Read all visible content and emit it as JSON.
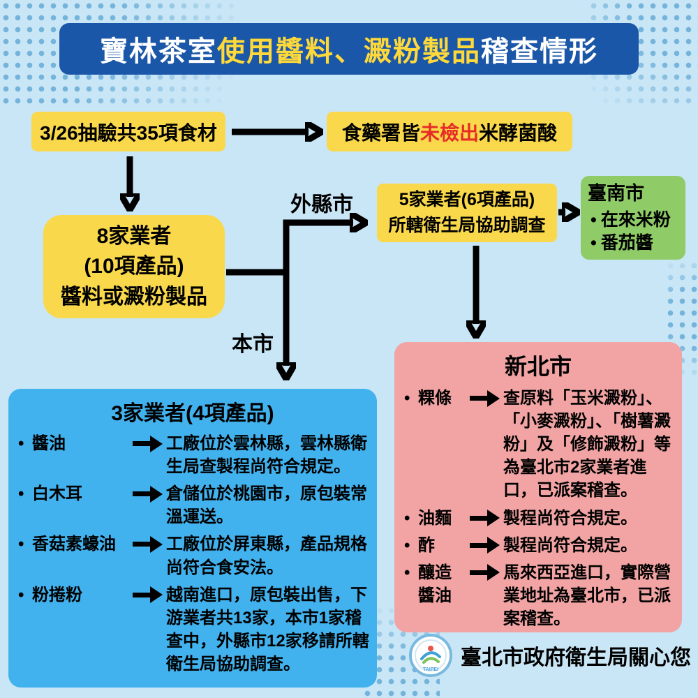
{
  "colors": {
    "background": "#c9e6f6",
    "dots": "#74b3da",
    "title_bg": "#1b57a8",
    "title_text": "#ffffff",
    "title_highlight": "#ffd83a",
    "yellow_box": "#f9d84b",
    "red_text": "#e62b26",
    "green_box": "#8fcb67",
    "pink_box": "#f1a4a3",
    "blue_box": "#41b2ee",
    "text": "#000000"
  },
  "title": {
    "part1": "寶林茶室",
    "part2": "使用醬料、澱粉製品",
    "part3": "稽查情形"
  },
  "flow": {
    "sample_box": "3/26抽驗共35項食材",
    "tfda_box": {
      "pre": "食藥署皆",
      "highlight": "未檢出",
      "post": "米酵菌酸"
    },
    "vendors8": {
      "line1": "8家業者",
      "line2": "(10項產品)",
      "line3": "醬料或澱粉製品"
    },
    "label_outer": "外縣市",
    "label_local": "本市",
    "vendors5": {
      "line1": "5家業者(6項產品)",
      "line2": "所轄衛生局協助調查"
    }
  },
  "tainan": {
    "title": "臺南市",
    "bullet": "•",
    "items": [
      "在來米粉",
      "番茄醬"
    ]
  },
  "taipei": {
    "title": "3家業者(4項產品)",
    "bullet": "•",
    "rows": [
      {
        "item": "醬油",
        "desc": "工廠位於雲林縣，雲林縣衛生局查製程尚符合規定。"
      },
      {
        "item": "白木耳",
        "desc": "倉儲位於桃園市，原包裝常溫運送。"
      },
      {
        "item": "香菇素蠔油",
        "desc": "工廠位於屏東縣，產品規格尚符合食安法。"
      },
      {
        "item": "粉捲粉",
        "desc": "越南進口，原包裝出售，下游業者共13家，本市1家稽查中，外縣市12家移請所轄衛生局協助調查。"
      }
    ]
  },
  "new_taipei": {
    "title": "新北市",
    "bullet": "•",
    "rows": [
      {
        "item": "粿條",
        "desc": "查原料「玉米澱粉」、「小麥澱粉」、「樹薯澱粉」及「修飾澱粉」等為臺北市2家業者進口，已派案稽查。"
      },
      {
        "item": "油麵",
        "desc": "製程尚符合規定。"
      },
      {
        "item": "酢",
        "desc": "製程尚符合規定。"
      },
      {
        "item": "釀造醬油",
        "desc": "馬來西亞進口，實際營業地址為臺北市，已派案稽查。"
      }
    ]
  },
  "footer": {
    "text": "臺北市政府衛生局關心您",
    "logo_text": "TAIPEI"
  }
}
